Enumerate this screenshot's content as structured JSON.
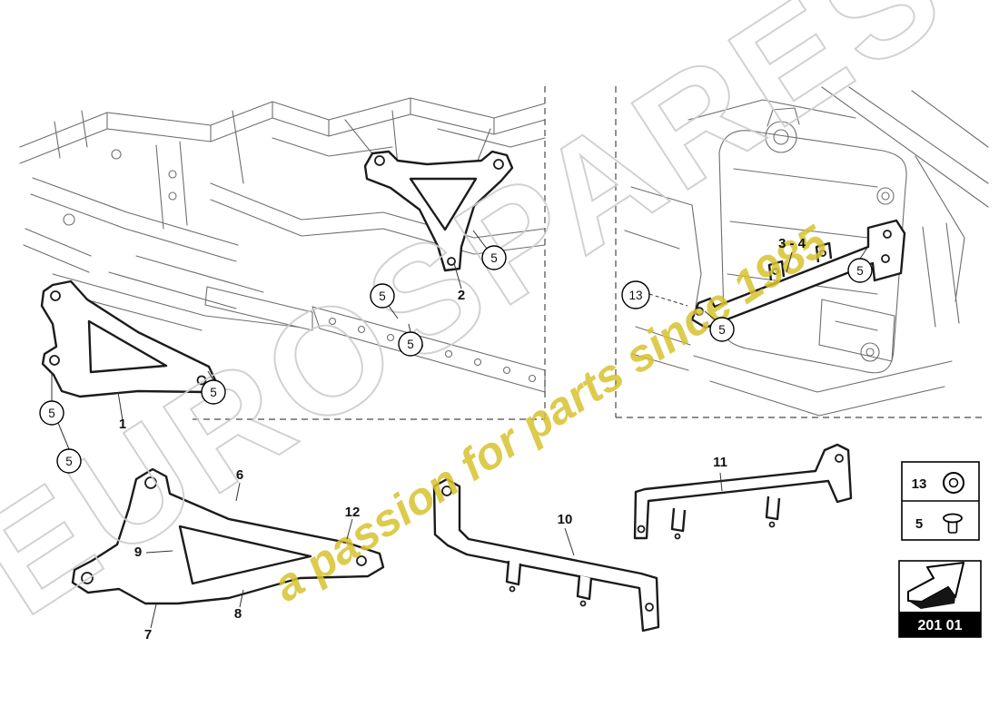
{
  "watermark": {
    "brand": "EUROSPARES",
    "tagline": "a passion for parts since 1985"
  },
  "callouts": {
    "screw": "5",
    "washer": "13"
  },
  "part_labels": {
    "p1": "1",
    "p2": "2",
    "p3_4": "3 - 4",
    "p6": "6",
    "p7": "7",
    "p8": "8",
    "p9": "9",
    "p10": "10",
    "p11": "11",
    "p12": "12"
  },
  "legend": {
    "rows": [
      {
        "ref": "13",
        "icon": "washer-icon"
      },
      {
        "ref": "5",
        "icon": "screw-icon"
      }
    ],
    "page_code": "201 01"
  },
  "colors": {
    "watermark_yellow": "#d8c22e",
    "part_outline": "#1b1b1b",
    "context_line": "#6e6e6e"
  }
}
